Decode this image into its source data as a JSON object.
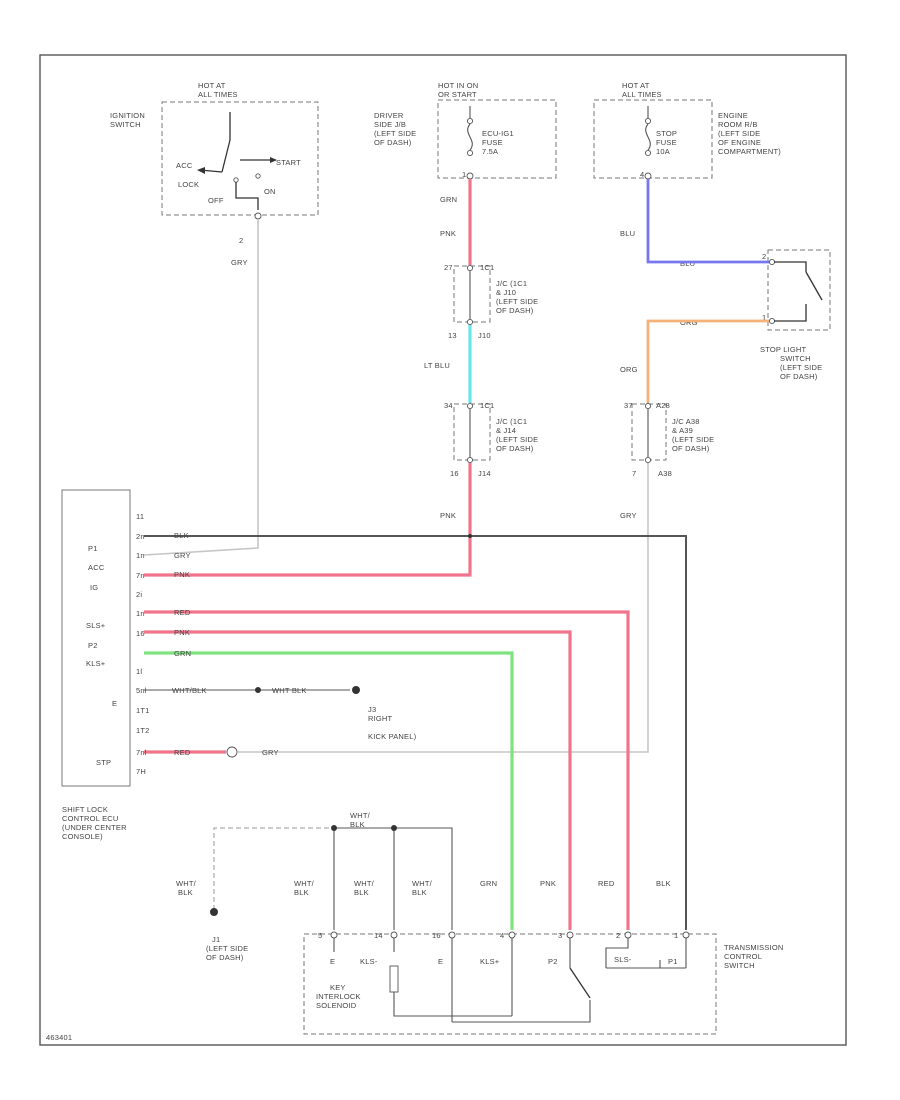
{
  "ignition_switch": {
    "hot_at": [
      "HOT AT",
      "ALL TIMES"
    ],
    "name": [
      "IGNITION",
      "SWITCH"
    ],
    "positions": [
      "ACC",
      "LOCK",
      "OFF",
      "ON",
      "START"
    ],
    "pin": "2",
    "wire": "GRY"
  },
  "driver_jb": {
    "hot_at": [
      "HOT IN ON",
      "OR START"
    ],
    "name": [
      "DRIVER",
      "SIDE J/B",
      "(LEFT SIDE",
      "OF DASH)"
    ],
    "fuse": [
      "ECU-IG1",
      "FUSE",
      "7.5A"
    ],
    "pin": "1",
    "wire1": "GRN",
    "wire2": "PNK"
  },
  "engine_rb": {
    "hot_at": [
      "HOT AT",
      "ALL TIMES"
    ],
    "fuse": [
      "STOP",
      "FUSE",
      "10A"
    ],
    "name": [
      "ENGINE",
      "ROOM R/B",
      "(LEFT SIDE",
      "OF ENGINE",
      "COMPARTMENT)"
    ],
    "pin": "4",
    "wire": "BLU"
  },
  "stop_light_switch": {
    "name": [
      "STOP LIGHT",
      "SWITCH",
      "(LEFT SIDE",
      "OF DASH)"
    ],
    "pins": [
      "2",
      "1"
    ],
    "wire_in": "BLU",
    "wire_out": "ORG"
  },
  "jc_upper": {
    "pin_top": "27",
    "conn_top": "1C1",
    "label": [
      "J/C (1C1",
      "& J10",
      "(LEFT SIDE",
      "OF DASH)"
    ],
    "pin_bot": "13",
    "conn_bot": "J10",
    "wire": "LT BLU"
  },
  "jc_lower": {
    "pin_top": "34",
    "conn_top": "1C1",
    "label": [
      "J/C (1C1",
      "& J14",
      "(LEFT SIDE",
      "OF DASH)"
    ],
    "pin_bot": "16",
    "conn_bot": "J14",
    "wire": "PNK"
  },
  "jc_stop": {
    "pin_top": "37",
    "conn_top": "A28",
    "label": [
      "J/C A38",
      "& A39",
      "(LEFT SIDE",
      "OF DASH)"
    ],
    "pin_bot": "7",
    "conn_bot": "A38",
    "wire_in": "ORG",
    "wire_out": "GRY"
  },
  "ecu": {
    "labels": [
      "P1",
      "ACC",
      "IG",
      "SLS+",
      "P2",
      "KLS+",
      "E",
      "STP"
    ],
    "pins": [
      "11",
      "2n",
      "1n",
      "7n",
      "2i",
      "1n",
      "16",
      "1l",
      "5nl",
      "1T1",
      "1T2",
      "7nl",
      "7H"
    ],
    "name": [
      "SHIFT LOCK",
      "CONTROL ECU",
      "(UNDER CENTER",
      "CONSOLE)"
    ],
    "wire_labels": [
      "BLK",
      "GRY",
      "PNK",
      "RED",
      "PNK",
      "GRN",
      "WHT/BLK",
      "WHT BLK",
      "RED",
      "GRY"
    ]
  },
  "ground_j3": {
    "id": "J3",
    "location": [
      "RIGHT",
      "KICK PANEL)"
    ]
  },
  "ground_j1": {
    "wire": [
      "WHT/",
      "BLK"
    ],
    "id": "J1",
    "location": [
      "(LEFT SIDE",
      "OF DASH)"
    ]
  },
  "splice_wire": [
    "WHT/",
    "BLK"
  ],
  "tcs": {
    "wires": [
      [
        "WHT/",
        "BLK"
      ],
      [
        "WHT/",
        "BLK"
      ],
      [
        "WHT/",
        "BLK"
      ],
      [
        "GRN"
      ],
      [
        "PNK"
      ],
      [
        "RED"
      ],
      [
        "BLK"
      ]
    ],
    "pins": [
      "5",
      "14",
      "16",
      "4",
      "3",
      "2",
      "1"
    ],
    "labels": [
      "E",
      "KLS-",
      "E",
      "KLS+",
      "P2",
      "SLS-",
      "P1"
    ],
    "solenoid": [
      "KEY",
      "INTERLOCK",
      "SOLENOID"
    ],
    "name": [
      "TRANSMISSION",
      "CONTROL",
      "SWITCH"
    ]
  },
  "footer_id": "463401",
  "wire_colors": {
    "pink": "#f2748c",
    "green": "#7ee37e",
    "blue": "#7777ee",
    "orange": "#f4b27a",
    "light_blue": "#66e6ea",
    "gray": "#c6c6c6",
    "black": "#555555"
  }
}
